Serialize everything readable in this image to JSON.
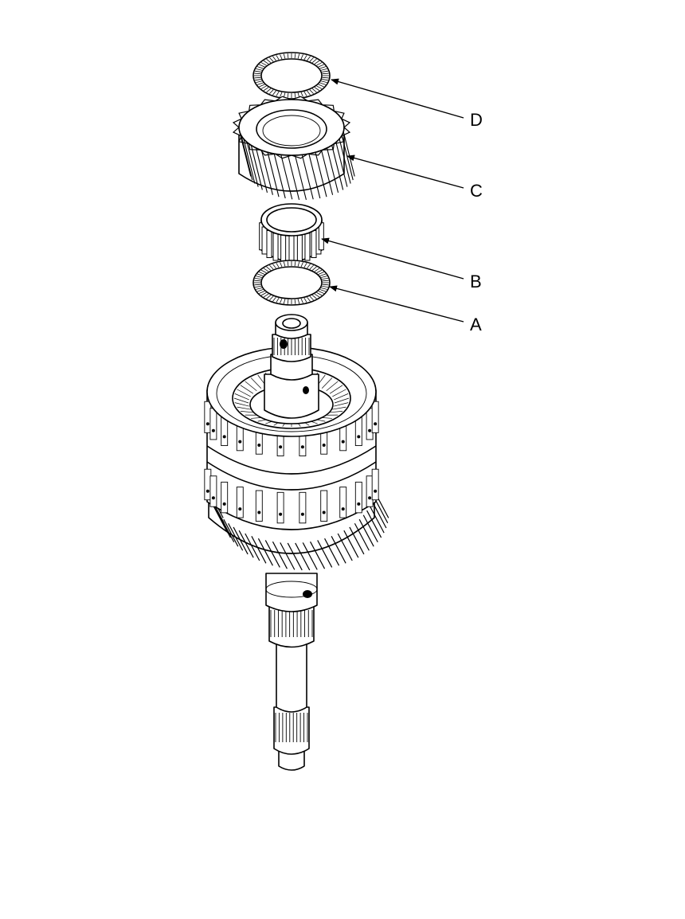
{
  "diagram": {
    "callouts": [
      {
        "id": "D",
        "label": "D"
      },
      {
        "id": "C",
        "label": "C"
      },
      {
        "id": "B",
        "label": "B"
      },
      {
        "id": "A",
        "label": "A"
      }
    ],
    "colors": {
      "line": "#000000",
      "background": "#ffffff"
    }
  }
}
